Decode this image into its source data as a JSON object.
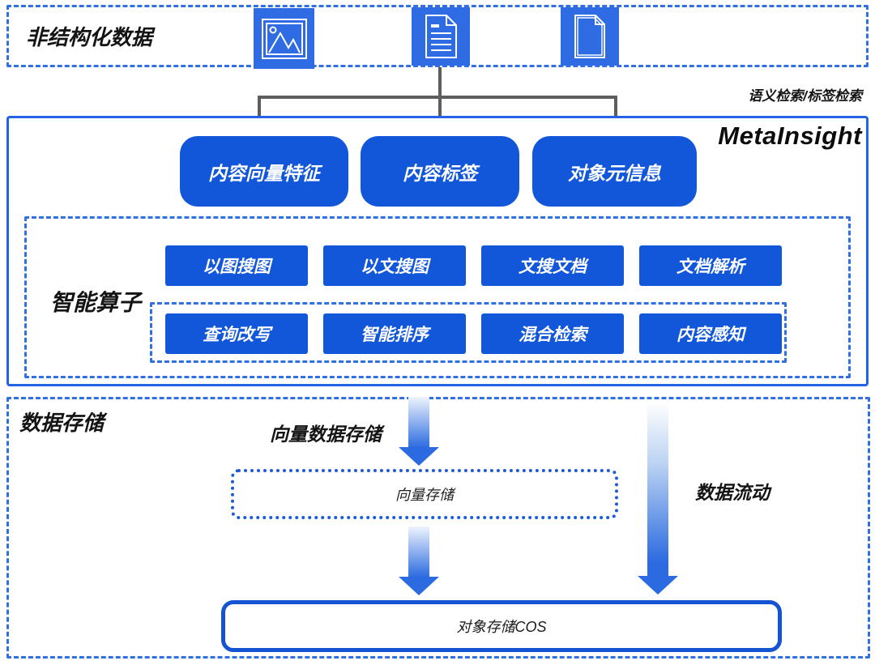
{
  "colors": {
    "primary": "#1257d9",
    "primary-border": "#2363e4",
    "icon-blue": "#2f6ce3",
    "dash-blue": "#3270e2",
    "dotted-blue": "#1c5ad8",
    "cos-border": "#1454d2",
    "connector-gray": "#5d5d5d",
    "arrow-blue": "#2b6ae0",
    "arrow-light": "#eef4fc",
    "text-dark": "#141414"
  },
  "top_section": {
    "label": "非结构化数据",
    "icons": [
      {
        "name": "image-icon"
      },
      {
        "name": "document-icon"
      },
      {
        "name": "file-icon"
      }
    ]
  },
  "annotation": "语义检索/标签检索",
  "meta_box": {
    "title": "MetaInsight",
    "feature_buttons": [
      "内容向量特征",
      "内容标签",
      "对象元信息"
    ],
    "operators": {
      "label": "智能算子",
      "row1": [
        "以图搜图",
        "以文搜图",
        "文搜文档",
        "文档解析"
      ],
      "row2": [
        "查询改写",
        "智能排序",
        "混合检索",
        "内容感知"
      ]
    }
  },
  "storage_section": {
    "label": "数据存储",
    "vector_flow_label": "向量数据存储",
    "vector_store_label": "向量存储",
    "data_flow_label": "数据流动",
    "cos_label": "对象存储COS"
  }
}
